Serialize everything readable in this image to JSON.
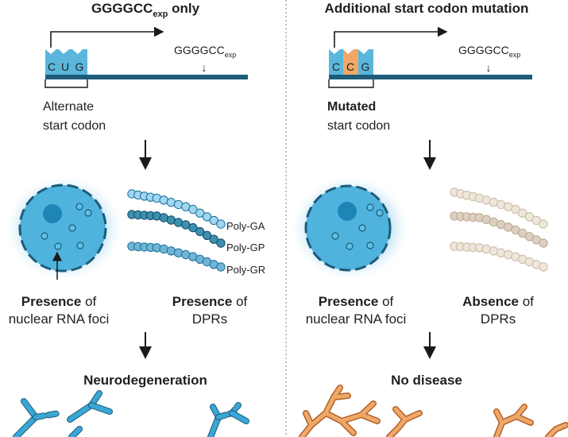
{
  "left": {
    "title": "GGGGCC",
    "title_sub": "exp",
    "title_suffix": " only",
    "codon": [
      "C",
      "U",
      "G"
    ],
    "repeat_label": "GGGGCC",
    "repeat_sub": "exp",
    "codon_caption_line1": "Alternate",
    "codon_caption_line2": "start codon",
    "foci_bold": "Presence",
    "foci_rest": " of",
    "foci_line2": "nuclear RNA foci",
    "dpr_bold": "Presence",
    "dpr_rest": " of",
    "dpr_line2": "DPRs",
    "dpr_labels": [
      "Poly-GA",
      "Poly-GP",
      "Poly-GR"
    ],
    "outcome": "Neurodegeneration"
  },
  "right": {
    "title": "Additional start codon mutation",
    "codon": [
      "C",
      "C",
      "G"
    ],
    "repeat_label": "GGGGCC",
    "repeat_sub": "exp",
    "codon_caption_line1": "Mutated",
    "codon_caption_line2": "start codon",
    "foci_bold": "Presence",
    "foci_rest": " of",
    "foci_line2": "nuclear RNA foci",
    "dpr_bold": "Absence",
    "dpr_rest": " of",
    "dpr_line2": "DPRs",
    "outcome": "No disease"
  },
  "colors": {
    "strand": "#1d5c7a",
    "codon_blue": "#5bb6dc",
    "codon_orange": "#f0a868",
    "nucleus": "#4fb3de",
    "neuron_blue": "#3aa7d6",
    "neuron_orange": "#f0a868",
    "divider": "#9a9a9a"
  }
}
